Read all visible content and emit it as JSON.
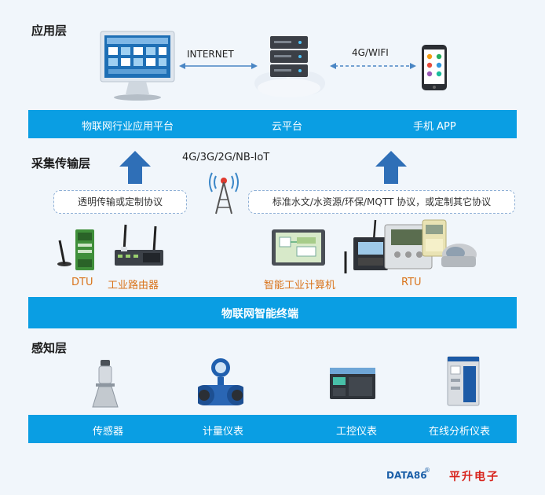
{
  "layers": {
    "application": "应用层",
    "transport": "采集传输层",
    "perception": "感知层"
  },
  "links": {
    "internet": "INTERNET",
    "wifi": "4G/WIFI",
    "cellular": "4G/3G/2G/NB-IoT"
  },
  "top_bar": {
    "platform": "物联网行业应用平台",
    "cloud": "云平台",
    "app": "手机 APP"
  },
  "protocols": {
    "left": "透明传输或定制协议",
    "right": "标准水文/水资源/环保/MQTT 协议，或定制其它协议"
  },
  "devices": {
    "dtu": "DTU",
    "router": "工业路由器",
    "computer": "智能工业计算机",
    "rtu": "RTU"
  },
  "middle_bar": {
    "title": "物联网智能终端"
  },
  "bottom_bar": {
    "sensor": "传感器",
    "meter": "计量仪表",
    "control": "工控仪表",
    "analyzer": "在线分析仪表"
  },
  "brand": {
    "en": "DATA86",
    "reg": "®",
    "cn": "平升电子"
  },
  "colors": {
    "bar": "#0a9ee3",
    "arrow": "#2f6fb7",
    "orange_label": "#d9731a",
    "brand_red": "#d8241d"
  }
}
